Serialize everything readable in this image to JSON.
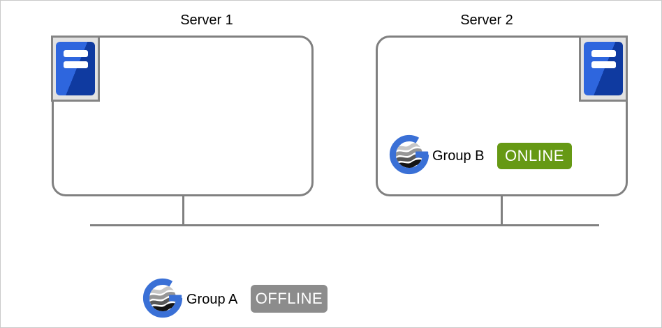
{
  "diagram": {
    "servers": [
      {
        "title": "Server 1",
        "icon": "server-tower-icon"
      },
      {
        "title": "Server 2",
        "icon": "server-tower-icon"
      }
    ],
    "groups": [
      {
        "name": "Group A",
        "status": "OFFLINE",
        "status_color": "#8c8c8c",
        "icon": "resource-group-globe-icon"
      },
      {
        "name": "Group B",
        "status": "ONLINE",
        "status_color": "#669914",
        "icon": "resource-group-globe-icon"
      }
    ],
    "colors": {
      "canvas_border": "#c9c9c9",
      "box_border": "#808080",
      "connector_line": "#808080",
      "server_icon_bg": "#e2e2e2",
      "server_icon_border": "#848484",
      "tower_blue_light": "#2e66de",
      "tower_blue_dark": "#0f3aa0",
      "group_ring_blue": "#3a70d6",
      "status_text": "#ffffff"
    }
  }
}
